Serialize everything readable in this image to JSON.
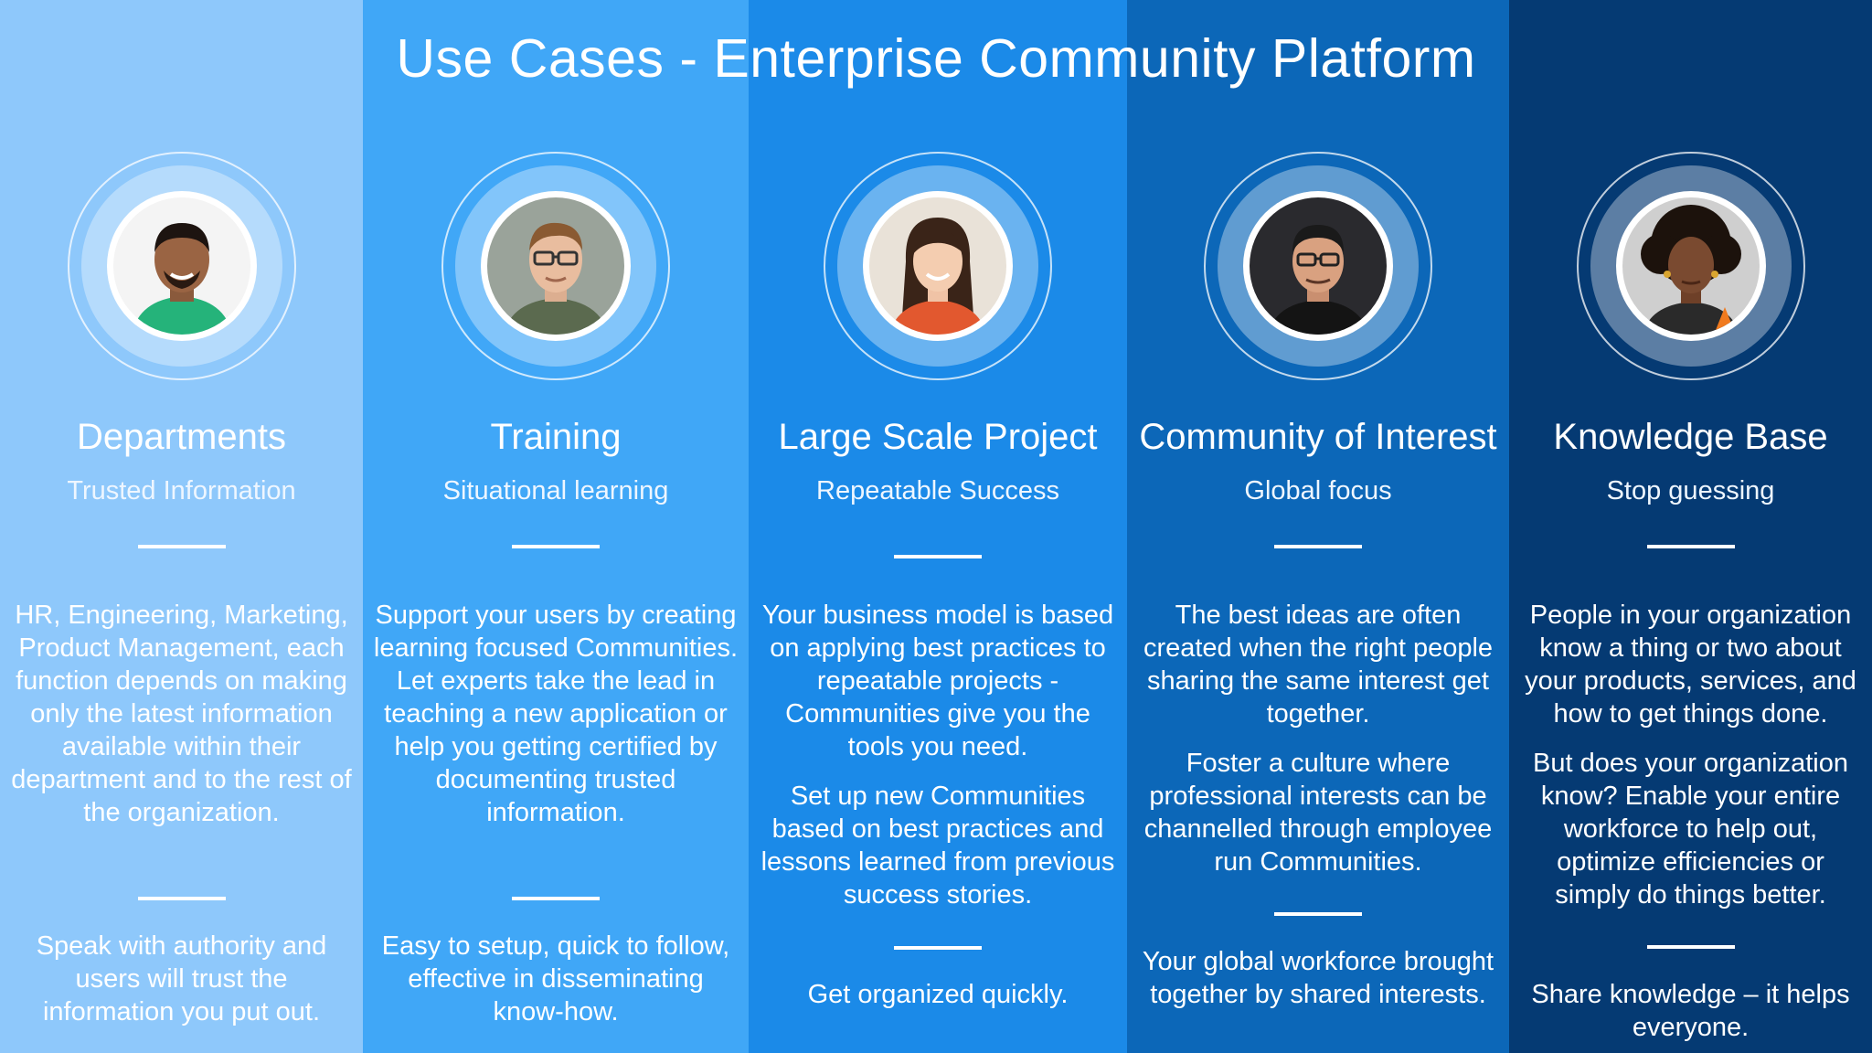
{
  "title": "Use Cases - Enterprise Community Platform",
  "columns": [
    {
      "title": "Departments",
      "subtitle": "Trusted Information",
      "body": [
        "HR, Engineering, Marketing, Product Management, each function depends on making only the latest information available within their department and to the rest of the organization."
      ],
      "footer": "Speak with authority and users will trust the information you put out."
    },
    {
      "title": "Training",
      "subtitle": "Situational learning",
      "body": [
        "Support your users by creating learning focused Communities. Let experts take the lead in teaching a new application or help you getting certified by documenting trusted information."
      ],
      "footer": "Easy to setup, quick to follow, effective in disseminating know-how."
    },
    {
      "title": "Large Scale Project",
      "subtitle": "Repeatable Success",
      "body": [
        "Your business model is based on applying best practices to repeatable projects - Communities give you the tools you need.",
        "Set up new Communities based on best practices and lessons learned from previous success stories."
      ],
      "footer": "Get organized quickly."
    },
    {
      "title": "Community of Interest",
      "subtitle": "Global focus",
      "body": [
        "The best ideas are often created when the right people sharing the same interest get together.",
        "Foster a culture where professional interests can be channelled through employee run Communities."
      ],
      "footer": "Your global workforce brought together by shared interests."
    },
    {
      "title": "Knowledge Base",
      "subtitle": "Stop guessing",
      "body": [
        "People in your organization know a thing or two about your products, services, and how to get things done.",
        "But does your organization know? Enable your entire workforce to help out, optimize efficiencies or simply do things better."
      ],
      "footer": "Share knowledge – it helps everyone."
    }
  ],
  "colors": {
    "col1": "#8ec8fb",
    "col2": "#40a7f7",
    "col3": "#1b8ae8",
    "col4": "#0c67b8",
    "col5": "#053a73"
  }
}
